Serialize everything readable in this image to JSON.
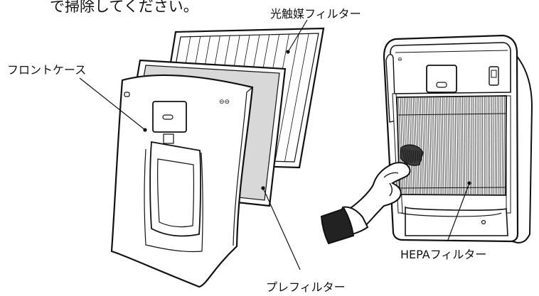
{
  "header_fragment": "で掃除してください。",
  "labels": {
    "photocatalyst_filter": "光触媒フィルター",
    "front_case": "フロントケース",
    "hepa_filter": "HEPAフィルター",
    "pre_filter": "プレフィルター"
  },
  "colors": {
    "line": "#111111",
    "prefilter_fill": "#d8d8d8",
    "hepa_fill": "#efefef",
    "sleeve": "#222222"
  }
}
